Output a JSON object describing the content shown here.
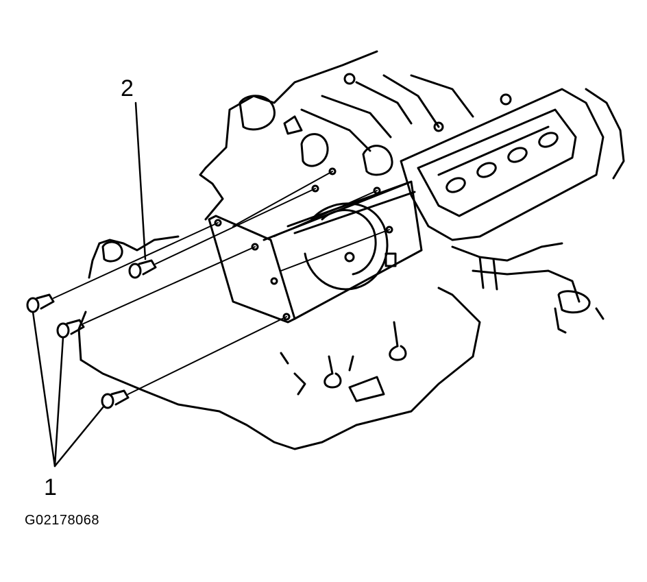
{
  "callouts": {
    "one": "1",
    "two": "2"
  },
  "figure_id": "G02178068",
  "icons": [
    "engine-drawing",
    "bolt-icon",
    "leader-line"
  ],
  "colors": {
    "ink": "#000000",
    "background": "#ffffff"
  }
}
